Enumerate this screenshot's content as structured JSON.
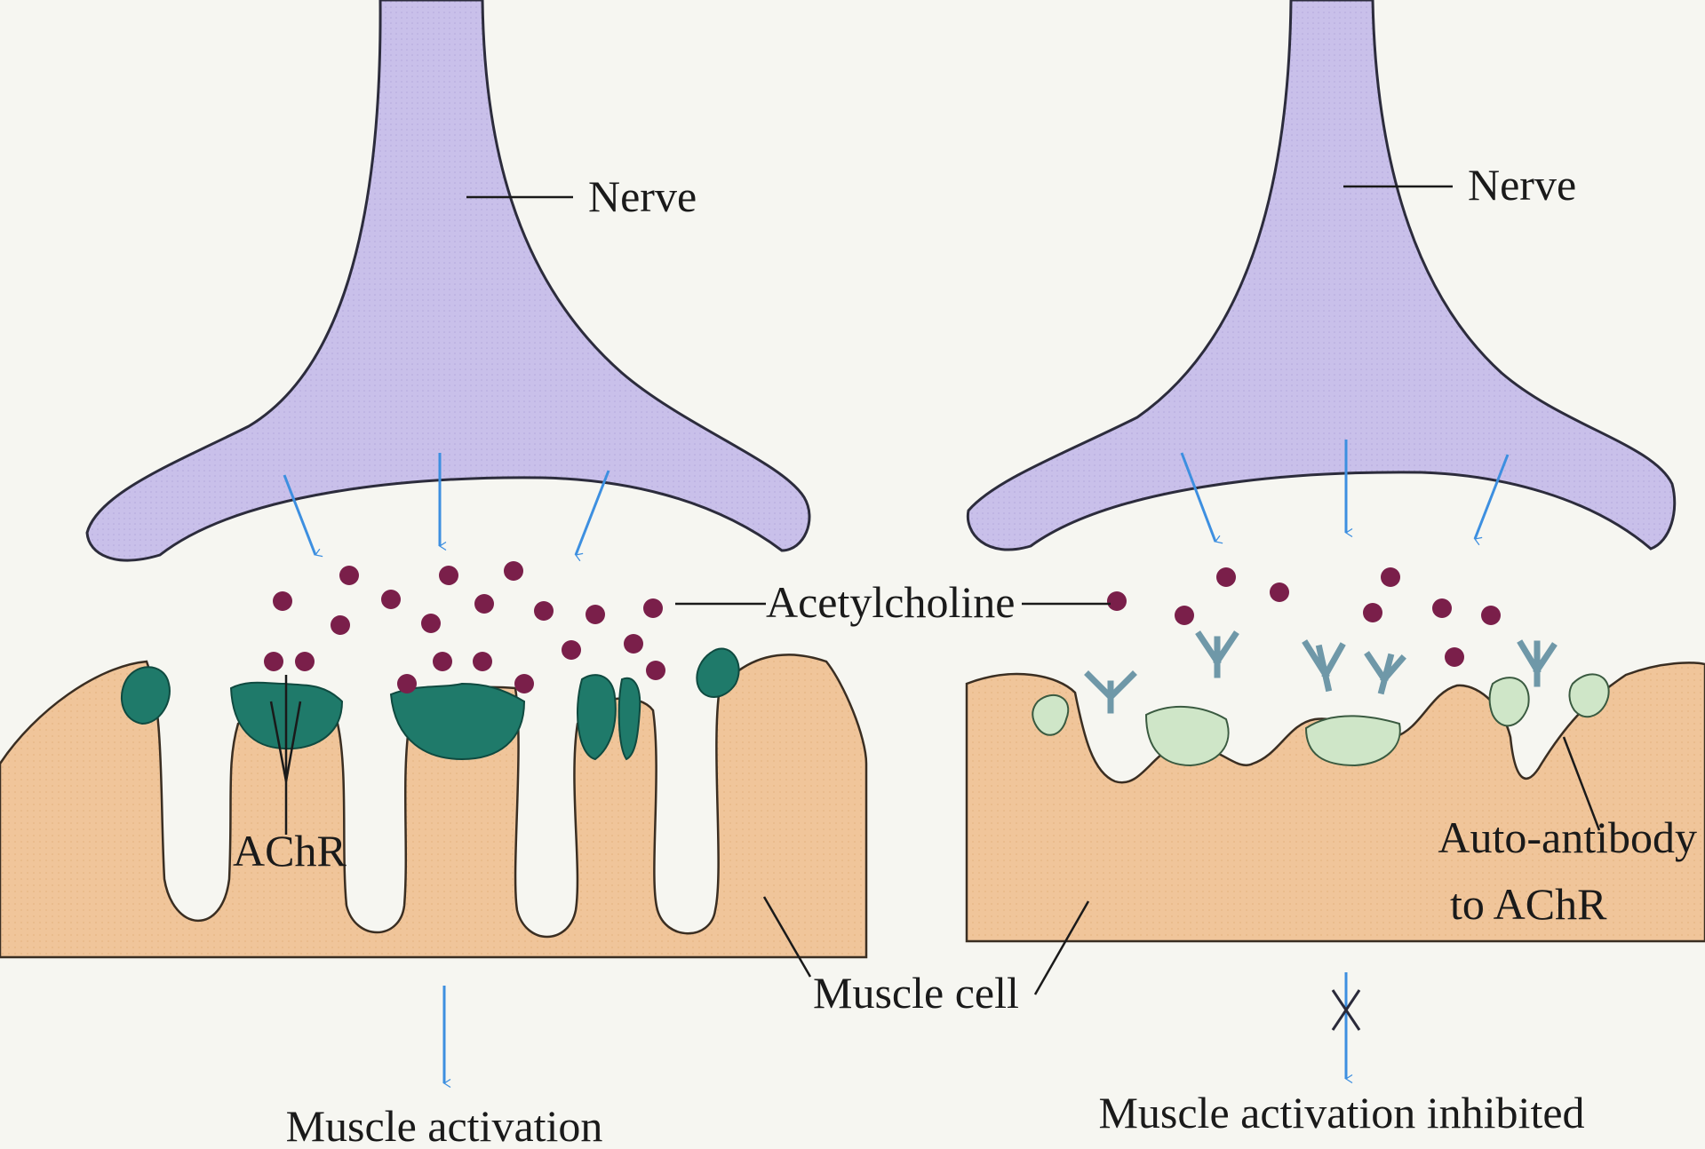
{
  "figure": {
    "left_panel": {
      "nerve_label": "Nerve",
      "receptor_label": "AChR",
      "outcome_label": "Muscle activation"
    },
    "right_panel": {
      "nerve_label": "Nerve",
      "antibody_label_line1": "Auto-antibody",
      "antibody_label_line2": "to AChR",
      "outcome_label": "Muscle activation inhibited"
    },
    "shared": {
      "acetylcholine_label": "Acetylcholine",
      "muscle_cell_label": "Muscle cell"
    }
  },
  "colors": {
    "nerve": "#c9c0ea",
    "nerve_outline": "#2c2c3c",
    "muscle": "#f0c59a",
    "receptor": "#1f7a6a",
    "receptor_blocked": "#cfe6c8",
    "acetylcholine": "#7a1f4a",
    "antibody": "#8fb8c6",
    "arrow": "#3d8fe0",
    "background": "#f6f6f1"
  }
}
